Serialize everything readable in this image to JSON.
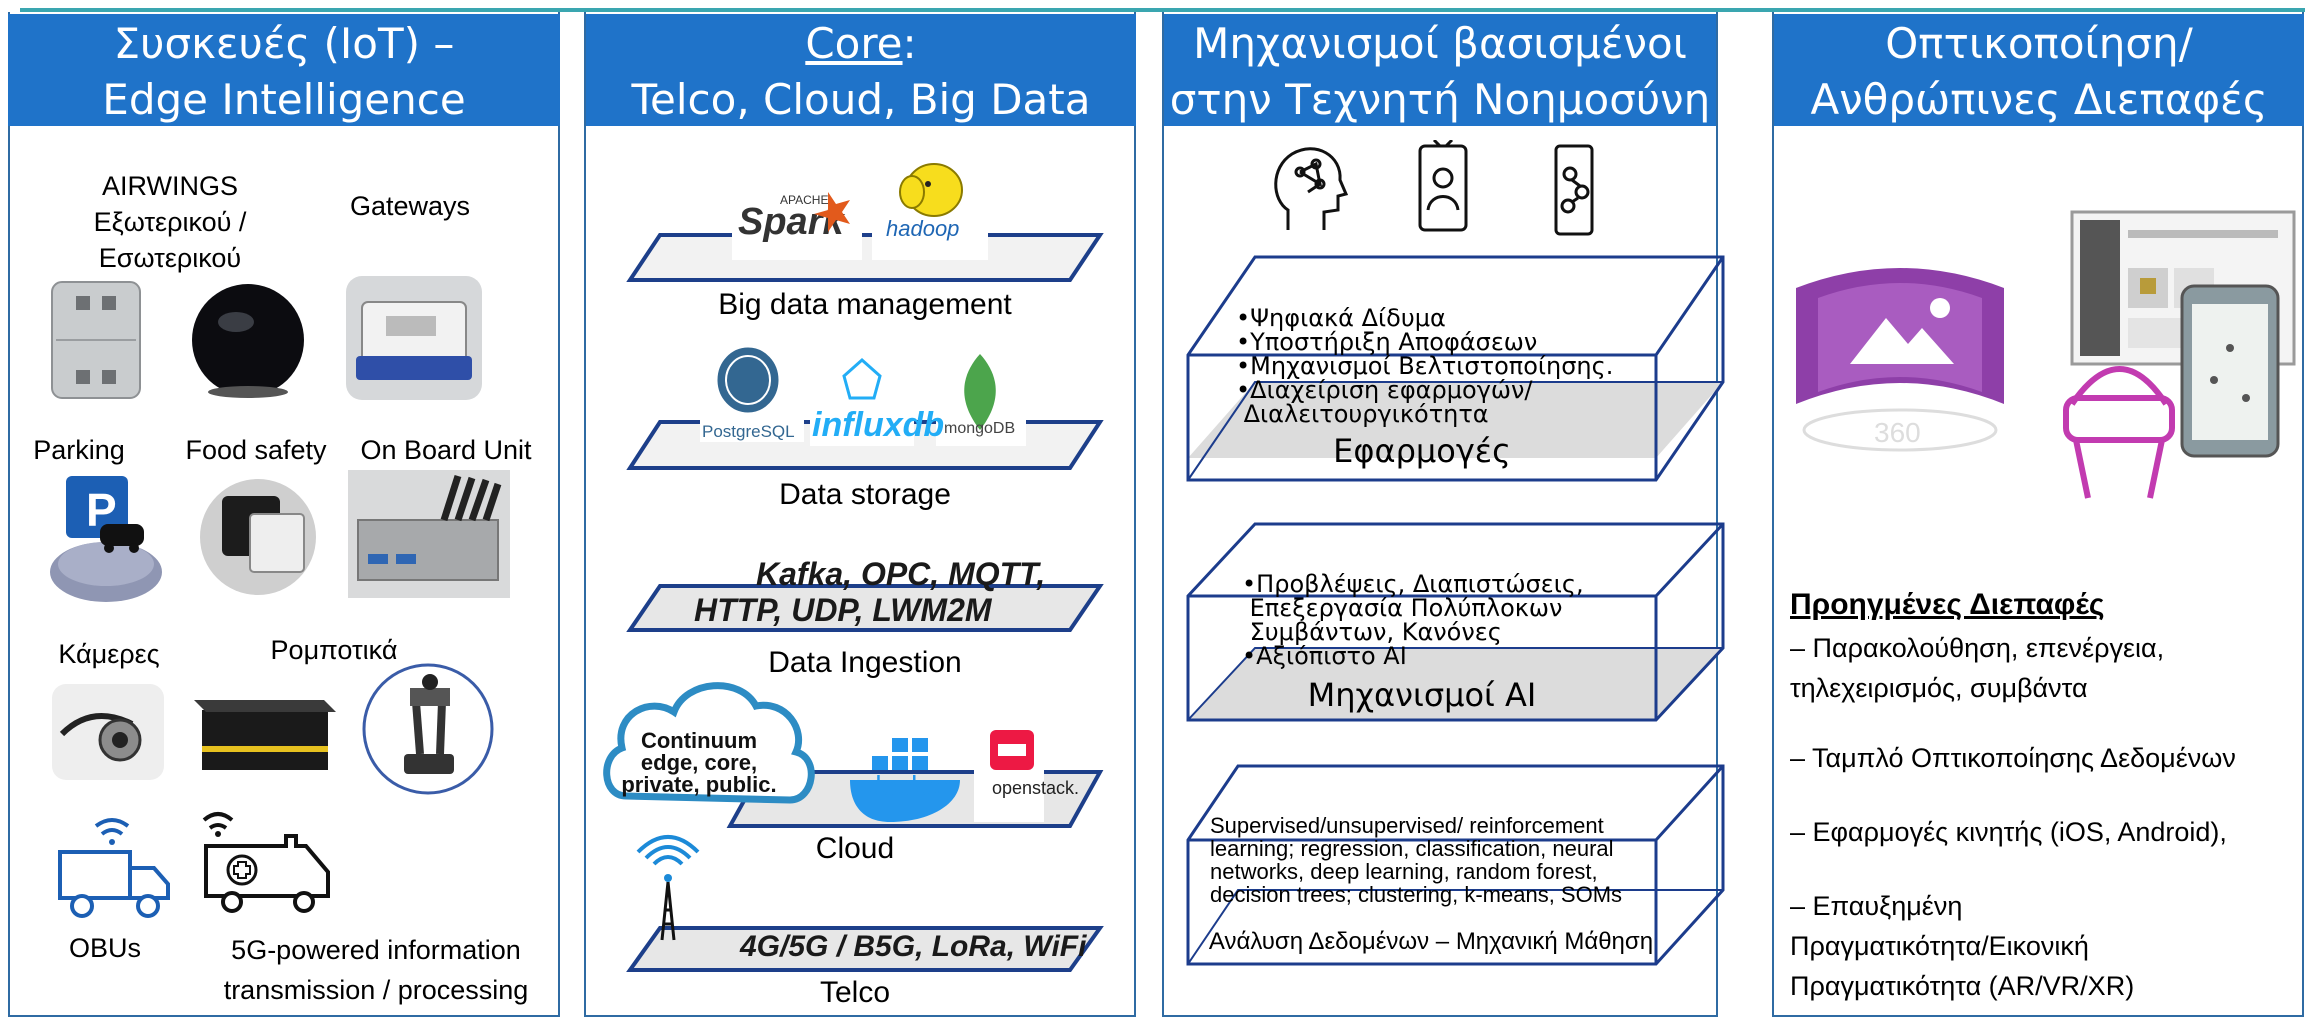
{
  "columns": [
    {
      "title_line1": "Συσκευές (IoT) –",
      "title_line2": "Edge Intelligence"
    },
    {
      "title_prefix": "Core",
      "title_suffix": ":",
      "title_line2": "Telco, Cloud, Big Data"
    },
    {
      "title_line1": "Μηχανισμοί βασισμένοι",
      "title_line2": "στην Τεχνητή Νοημοσύνη"
    },
    {
      "title_line1": "Οπτικοποίηση/",
      "title_line2": "Ανθρώπινες Διεπαφές"
    }
  ],
  "devices": {
    "airwings": [
      "AIRWINGS",
      "Εξωτερικού /",
      "Εσωτερικού"
    ],
    "gateways": "Gateways",
    "parking": "Parking",
    "food_safety": "Food safety",
    "onboard_unit": "On Board Unit",
    "cameras": "Κάμερες",
    "robotics": "Ρομποτικά",
    "obus": "OBUs",
    "fiveg": [
      "5G-powered information",
      "transmission / processing"
    ]
  },
  "core": {
    "spark_top": "APACHE",
    "spark": "Spark",
    "hadoop": "hadoop",
    "bigdata_label": "Big data management",
    "postgres": "PostgreSQL",
    "influx": "influxdb",
    "mongo": "mongoDB",
    "storage_label": "Data storage",
    "ingestion_line1": "Kafka, OPC, MQTT,",
    "ingestion_line2": "HTTP, UDP, LWM2M",
    "ingestion_label": "Data Ingestion",
    "cloud_text": [
      "Continuum",
      "edge, core,",
      "private, public."
    ],
    "docker": "docker",
    "openstack": "openstack.",
    "cloud_label": "Cloud",
    "telco_protocols": "4G/5G / B5G, LoRa, WiFi",
    "telco_label": "Telco"
  },
  "ai": {
    "box1_items": [
      "•Ψηφιακά Δίδυμα",
      "•Υποστήριξη Αποφάσεων",
      "•Μηχανισμοί Βελτιστοποίησης.",
      "•Διαχείριση εφαρμογών/",
      " Διαλειτουργικότητα"
    ],
    "box1_title": "Εφαρμογές",
    "box2_items": [
      "•Προβλέψεις, Διαπιστώσεις,",
      " Επεξεργασία Πολύπλοκων",
      " Συμβάντων, Κανόνες",
      "•Αξιόπιστο ΑΙ"
    ],
    "box2_title": "Μηχανισμοί AI",
    "box3_items": [
      "Supervised/unsupervised/ reinforcement",
      "learning; regression, classification, neural",
      "networks, deep learning, random forest,",
      "decision trees; clustering, k-means, SOMs"
    ],
    "box3_title": "Ανάλυση Δεδομένων – Μηχανική Μάθηση"
  },
  "visual": {
    "heading": "Προηγμένες Διεπαφές",
    "items": [
      [
        "– Παρακολούθηση, επενέργεια,",
        "τηλεχειρισμός, συμβάντα"
      ],
      [
        "– Ταμπλό Οπτικοποίησης Δεδομένων"
      ],
      [
        "– Εφαρμογές κινητής (iOS, Android),"
      ],
      [
        "– Επαυξημένη",
        "Πραγματικότητα/Εικονική",
        "Πραγματικότητα (AR/VR/XR)"
      ]
    ],
    "pano_text": "360"
  },
  "colors": {
    "header": "#1f73c9",
    "border": "#2f6ba3",
    "platform": "#1d3f8a",
    "box": "#1c3c8c",
    "purple": "#8e3fa8",
    "magenta": "#c23bb0"
  }
}
